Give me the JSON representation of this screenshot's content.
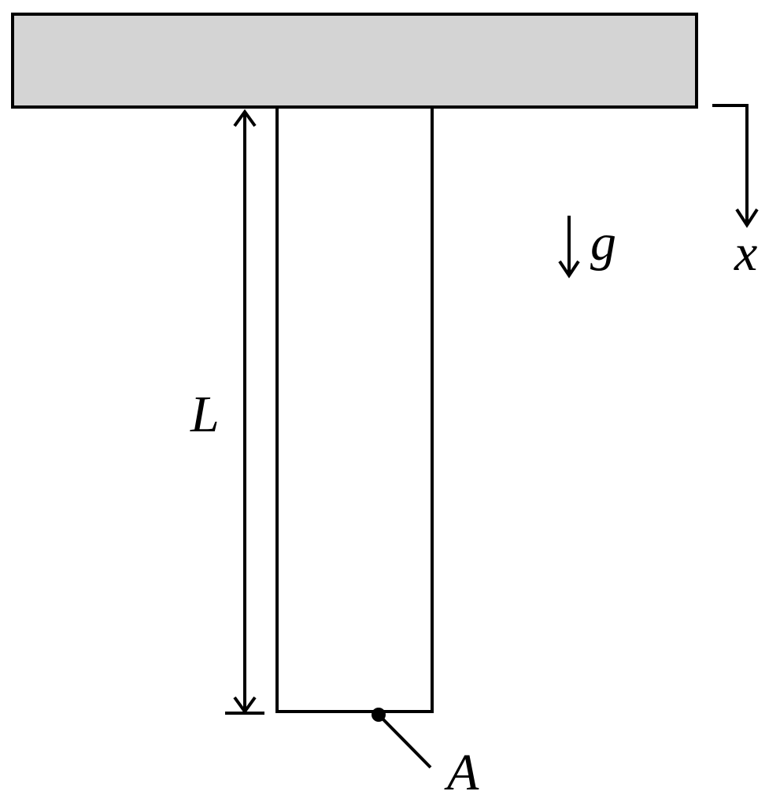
{
  "labels": {
    "length": "L",
    "gravity": "g",
    "axis": "x",
    "point": "A"
  },
  "colors": {
    "support_fill": "#d4d4d4",
    "stroke": "#000000",
    "background": "#ffffff"
  }
}
